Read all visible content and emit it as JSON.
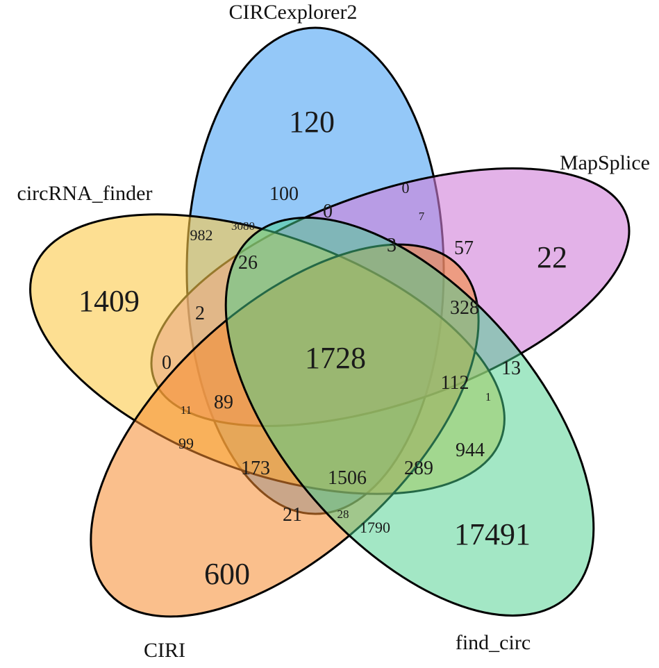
{
  "sets": {
    "circexplorer2": {
      "label": "CIRCexplorer2",
      "color": "#5aaaf5"
    },
    "mapsplice": {
      "label": "MapSplice",
      "color": "#d07ed8"
    },
    "circrna_finder": {
      "label": "circRNA_finder",
      "color": "#fcc94a"
    },
    "ciri": {
      "label": "CIRI",
      "color": "#f68a2e"
    },
    "find_circ": {
      "label": "find_circ",
      "color": "#47cf8c"
    }
  },
  "counts": {
    "c_120": "120",
    "m_22": "22",
    "r_1409": "1409",
    "i_600": "600",
    "f_17491": "17491",
    "all_1728": "1728",
    "v_100": "100",
    "v_0a": "0",
    "v_0b": "0",
    "v_982": "982",
    "v_3080": "3080",
    "v_7": "7",
    "v_26": "26",
    "v_3": "3",
    "v_57": "57",
    "v_2": "2",
    "v_328": "328",
    "v_0c": "0",
    "v_13": "13",
    "v_112": "112",
    "v_1": "1",
    "v_11": "11",
    "v_89": "89",
    "v_99": "99",
    "v_944": "944",
    "v_173": "173",
    "v_1506": "1506",
    "v_289": "289",
    "v_21": "21",
    "v_28": "28",
    "v_1790": "1790"
  }
}
